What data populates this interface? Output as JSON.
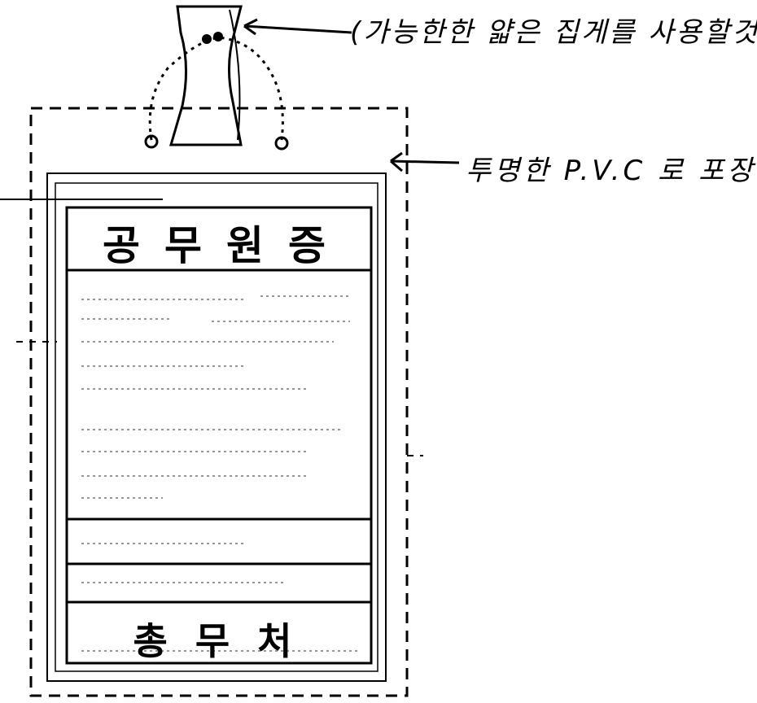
{
  "annotations": {
    "clip_note": "(가능한한 얇은 집게를 사용할것",
    "packaging_note": "투명한 P.V.C 로 포장"
  },
  "card": {
    "title": "공무원증",
    "issuer": "총무처"
  }
}
